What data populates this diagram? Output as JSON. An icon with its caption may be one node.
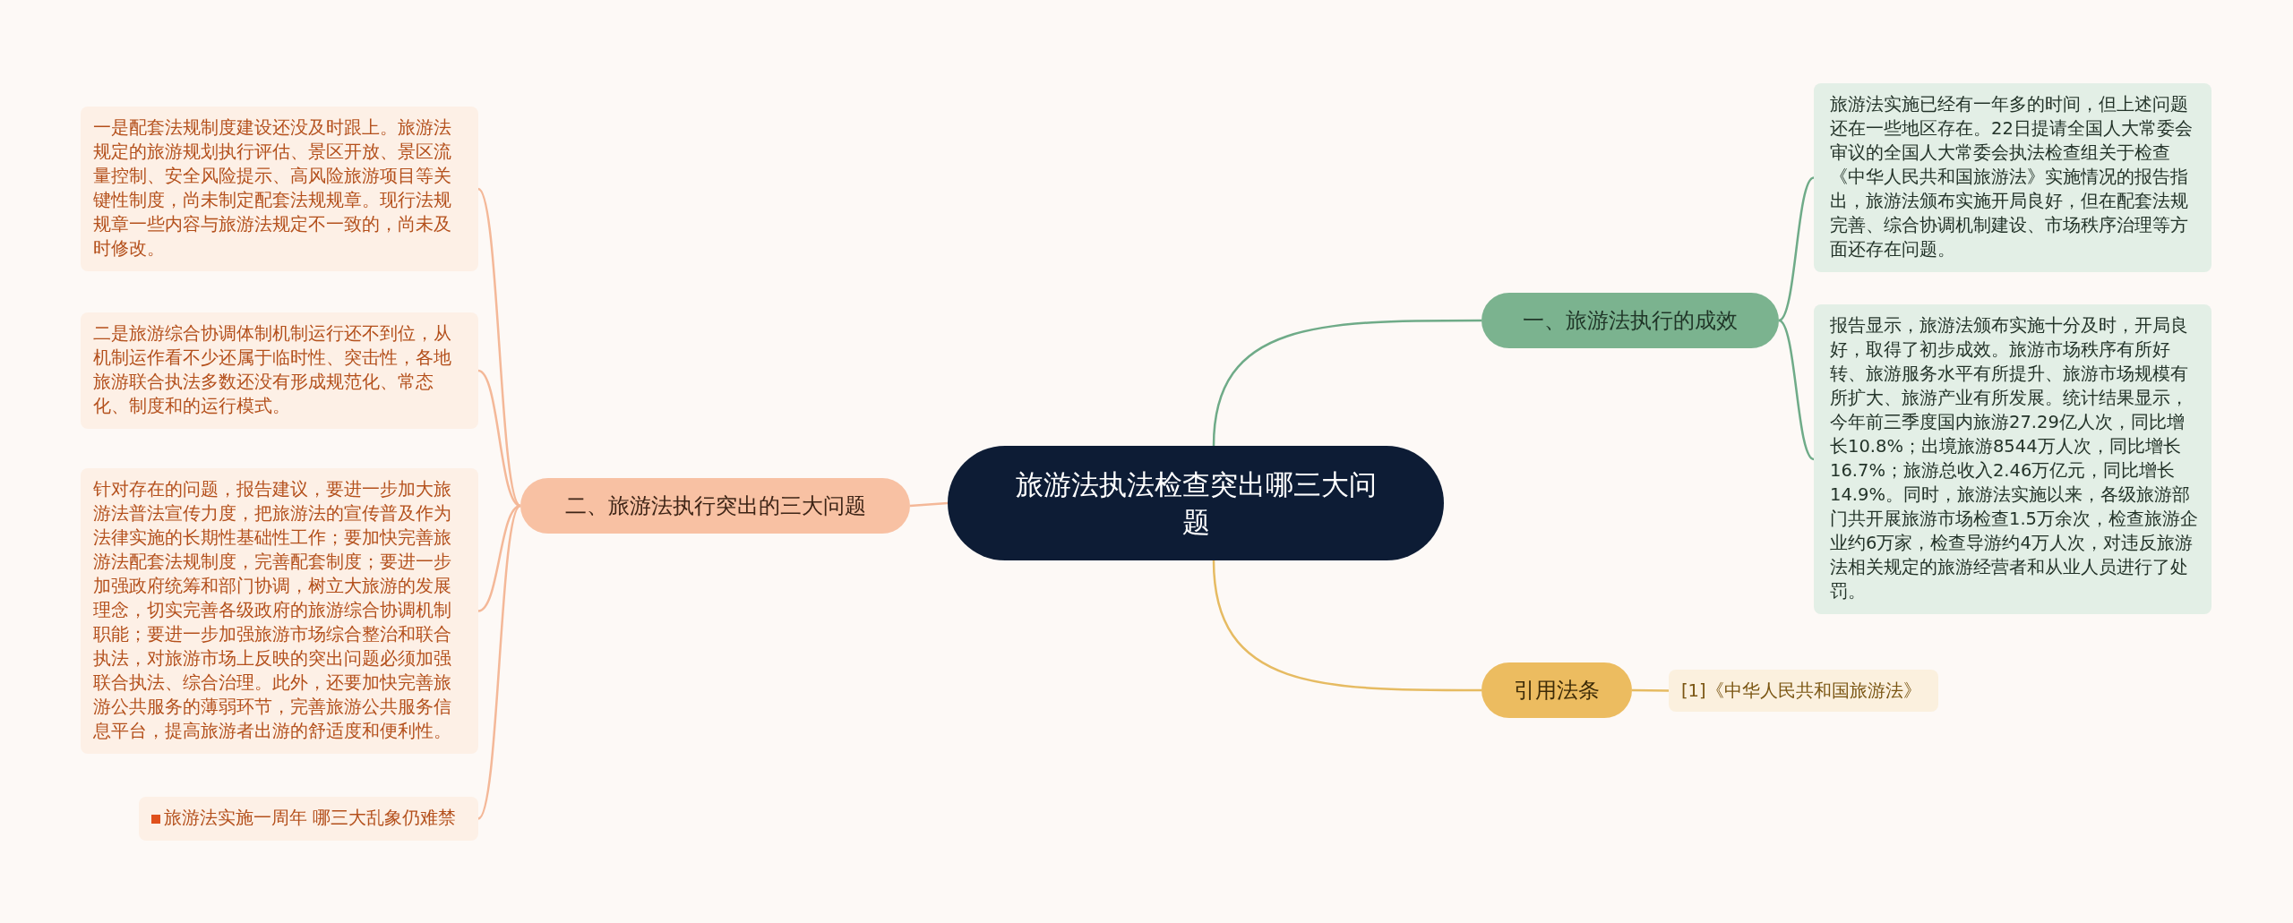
{
  "diagram": {
    "nodes": [
      {
        "text": [
          "旅游法执法检查突出哪三大问题"
        ]
      },
      {
        "text": [
          "一、旅游法执行的成效"
        ]
      },
      {
        "text": [
          "旅游法实施已经有一年多的时间，但上述问题还在一些地区存在。22日提请全国人大常委会审议的全国人大常委会执法检查组关于检查《中华人民共和国旅游法》实施情况的报告指出，旅游法颁布实施开局良好，但在配套法规完善、综合协调机制建设、市场秩序治理等方面还存在问题。"
        ]
      },
      {
        "text": [
          "报告显示，旅游法颁布实施十分及时，开局良好，取得了初步成效。旅游市场秩序有所好转、旅游服务水平有所提升、旅游市场规模有所扩大、旅游产业有所发展。统计结果显示，今年前三季度国内旅游27.29亿人次，同比增长10.8%；出境旅游8544万人次，同比增长16.7%；旅游总收入2.46万亿元，同比增长14.9%。同时，旅游法实施以来，各级旅游部门共开展旅游市场检查1.5万余次，检查旅游企业约6万家，检查导游约4万人次，对违反旅游法相关规定的旅游经营者和从业人员进行了处罚。"
        ]
      },
      {
        "text": [
          "引用法条"
        ]
      },
      {
        "text": [
          "[1]《中华人民共和国旅游法》"
        ]
      },
      {
        "text": [
          "二、旅游法执行突出的三大问题"
        ]
      },
      {
        "text": [
          "一是配套法规制度建设还没及时跟上。旅游法规定的旅游规划执行评估、景区开放、景区流量控制、安全风险提示、高风险旅游项目等关键性制度，尚未制定配套法规规章。现行法规规章一些内容与旅游法规定不一致的，尚未及时修改。"
        ]
      },
      {
        "text": [
          "二是旅游综合协调体制机制运行还不到位，从机制运作看不少还属于临时性、突击性，各地旅游联合执法多数还没有形成规范化、常态化、制度和的运行模式。"
        ]
      },
      {
        "text": [
          "针对存在的问题，报告建议，要进一步加大旅游法普法宣传力度，把旅游法的宣传普及作为法律实施的长期性基础性工作；要加快完善旅游法配套法规制度，完善配套制度；要进一步加强政府统筹和部门协调，树立大旅游的发展理念，切实完善各级政府的旅游综合协调机制职能；要进一步加强旅游市场综合整治和联合执法，对旅游市场上反映的突出问题必须加强联合执法、综合治理。此外，还要加快完善旅游公共服务的薄弱环节，完善旅游公共服务信息平台，提高旅游者出游的舒适度和便利性。"
        ]
      },
      {
        "text": [
          "旅游法实施一周年 哪三大乱象仍难禁"
        ]
      }
    ],
    "edges": [
      {
        "from": 0,
        "to": 1,
        "arrow": "none",
        "color": "#6fab88"
      },
      {
        "from": 1,
        "to": 2,
        "arrow": "none",
        "color": "#6fab88"
      },
      {
        "from": 1,
        "to": 3,
        "arrow": "none",
        "color": "#6fab88"
      },
      {
        "from": 0,
        "to": 4,
        "arrow": "none",
        "color": "#e6bb62"
      },
      {
        "from": 4,
        "to": 5,
        "arrow": "none",
        "color": "#e6bb62"
      },
      {
        "from": 0,
        "to": 6,
        "arrow": "none",
        "color": "#f4b898"
      },
      {
        "from": 6,
        "to": 7,
        "arrow": "none",
        "color": "#f4b898"
      },
      {
        "from": 6,
        "to": 8,
        "arrow": "none",
        "color": "#f4b898"
      },
      {
        "from": 6,
        "to": 9,
        "arrow": "none",
        "color": "#f4b898"
      },
      {
        "from": 6,
        "to": 10,
        "arrow": "none",
        "color": "#f4b898"
      }
    ]
  }
}
